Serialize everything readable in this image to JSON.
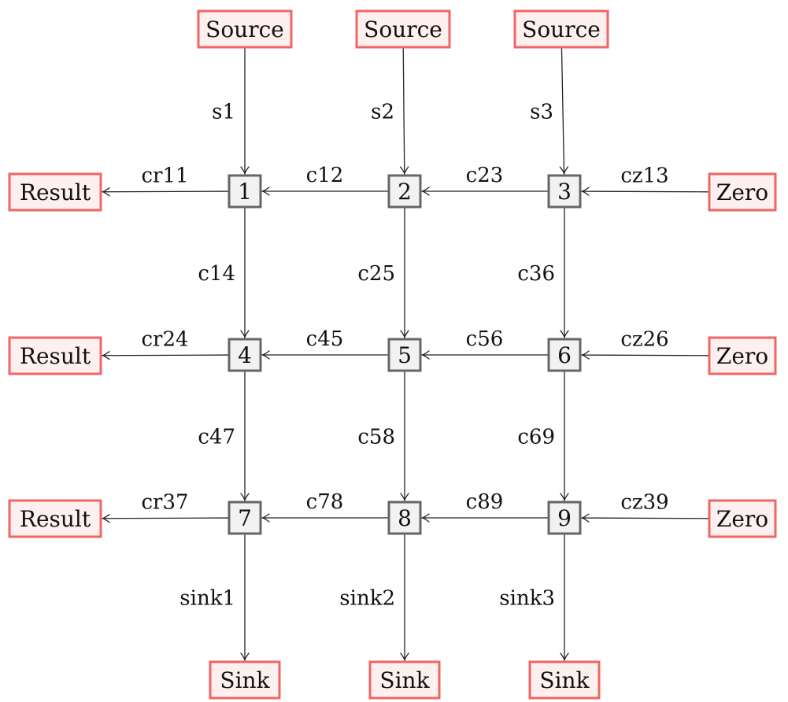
{
  "colors": {
    "io_border": "#f06565",
    "io_fill": "#fff0f0",
    "proc_border": "#666666",
    "proc_fill": "#f2f2f2",
    "edge": "#222222"
  },
  "nodes": {
    "src1": {
      "label": "Source",
      "kind": "io"
    },
    "src2": {
      "label": "Source",
      "kind": "io"
    },
    "src3": {
      "label": "Source",
      "kind": "io"
    },
    "res1": {
      "label": "Result",
      "kind": "io"
    },
    "res2": {
      "label": "Result",
      "kind": "io"
    },
    "res3": {
      "label": "Result",
      "kind": "io"
    },
    "zero1": {
      "label": "Zero",
      "kind": "io"
    },
    "zero2": {
      "label": "Zero",
      "kind": "io"
    },
    "zero3": {
      "label": "Zero",
      "kind": "io"
    },
    "sink1": {
      "label": "Sink",
      "kind": "io"
    },
    "sink2": {
      "label": "Sink",
      "kind": "io"
    },
    "sink3": {
      "label": "Sink",
      "kind": "io"
    },
    "n1": {
      "label": "1",
      "kind": "proc"
    },
    "n2": {
      "label": "2",
      "kind": "proc"
    },
    "n3": {
      "label": "3",
      "kind": "proc"
    },
    "n4": {
      "label": "4",
      "kind": "proc"
    },
    "n5": {
      "label": "5",
      "kind": "proc"
    },
    "n6": {
      "label": "6",
      "kind": "proc"
    },
    "n7": {
      "label": "7",
      "kind": "proc"
    },
    "n8": {
      "label": "8",
      "kind": "proc"
    },
    "n9": {
      "label": "9",
      "kind": "proc"
    }
  },
  "edges": [
    {
      "from": "src1",
      "to": "n1",
      "label": "s1"
    },
    {
      "from": "src2",
      "to": "n2",
      "label": "s2"
    },
    {
      "from": "src3",
      "to": "n3",
      "label": "s3"
    },
    {
      "from": "n1",
      "to": "res1",
      "label": "cr11"
    },
    {
      "from": "n2",
      "to": "n1",
      "label": "c12"
    },
    {
      "from": "n3",
      "to": "n2",
      "label": "c23"
    },
    {
      "from": "zero1",
      "to": "n3",
      "label": "cz13"
    },
    {
      "from": "n1",
      "to": "n4",
      "label": "c14"
    },
    {
      "from": "n2",
      "to": "n5",
      "label": "c25"
    },
    {
      "from": "n3",
      "to": "n6",
      "label": "c36"
    },
    {
      "from": "n4",
      "to": "res2",
      "label": "cr24"
    },
    {
      "from": "n5",
      "to": "n4",
      "label": "c45"
    },
    {
      "from": "n6",
      "to": "n5",
      "label": "c56"
    },
    {
      "from": "zero2",
      "to": "n6",
      "label": "cz26"
    },
    {
      "from": "n4",
      "to": "n7",
      "label": "c47"
    },
    {
      "from": "n5",
      "to": "n8",
      "label": "c58"
    },
    {
      "from": "n6",
      "to": "n9",
      "label": "c69"
    },
    {
      "from": "n7",
      "to": "res3",
      "label": "cr37"
    },
    {
      "from": "n8",
      "to": "n7",
      "label": "c78"
    },
    {
      "from": "n9",
      "to": "n8",
      "label": "c89"
    },
    {
      "from": "zero3",
      "to": "n9",
      "label": "cz39"
    },
    {
      "from": "n7",
      "to": "sink1",
      "label": "sink1"
    },
    {
      "from": "n8",
      "to": "sink2",
      "label": "sink2"
    },
    {
      "from": "n9",
      "to": "sink3",
      "label": "sink3"
    }
  ]
}
